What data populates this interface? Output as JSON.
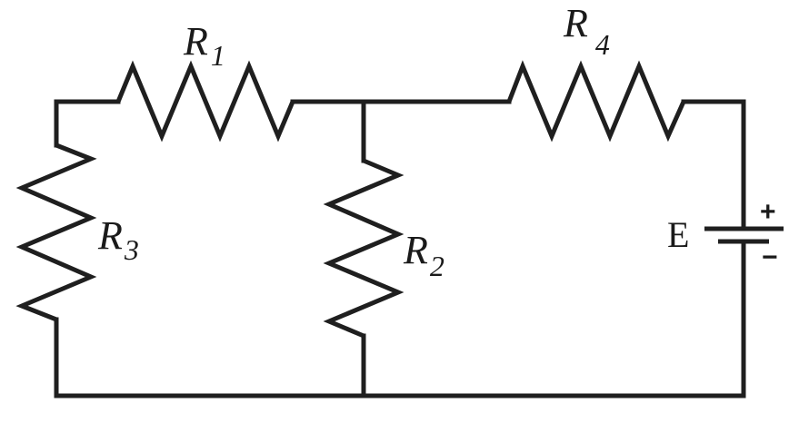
{
  "diagram": {
    "type": "electric-circuit",
    "components": [
      {
        "id": "R1",
        "kind": "resistor",
        "label": "R",
        "subscript": "1",
        "branch": "top-left"
      },
      {
        "id": "R2",
        "kind": "resistor",
        "label": "R",
        "subscript": "2",
        "branch": "middle-vertical"
      },
      {
        "id": "R3",
        "kind": "resistor",
        "label": "R",
        "subscript": "3",
        "branch": "left-vertical"
      },
      {
        "id": "R4",
        "kind": "resistor",
        "label": "R",
        "subscript": "4",
        "branch": "top-right"
      },
      {
        "id": "E",
        "kind": "battery",
        "label": "E",
        "positive_symbol": "+",
        "negative_symbol": "−",
        "branch": "right-vertical"
      }
    ],
    "connections": [
      "R3 top — R1 left",
      "R1 right — top junction (R2 top, R4 left)",
      "R4 right — E positive",
      "E negative — bottom wire",
      "R2 bottom — bottom junction",
      "R3 bottom — bottom wire"
    ],
    "colors": {
      "stroke": "#1f1f1f",
      "background": "#ffffff"
    }
  }
}
